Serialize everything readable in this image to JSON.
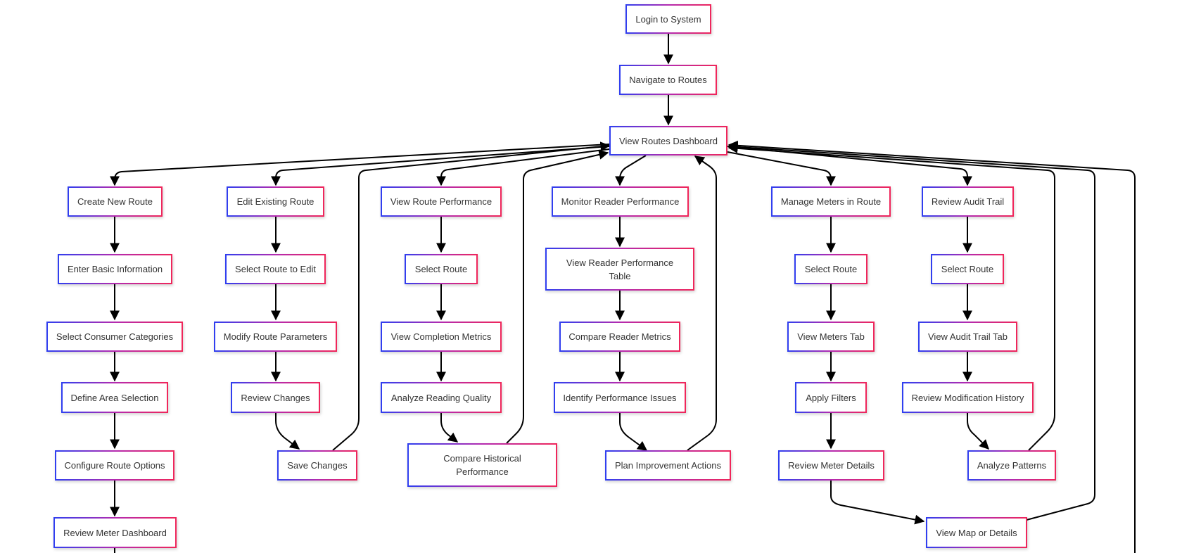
{
  "diagram": {
    "nodes": {
      "login": "Login to System",
      "navigate": "Navigate to Routes",
      "dashboard": "View Routes Dashboard",
      "create": "Create New Route",
      "edit": "Edit Existing Route",
      "perf": "View Route Performance",
      "reader": "Monitor Reader Performance",
      "meters": "Manage Meters in Route",
      "audit": "Review Audit Trail",
      "basic": "Enter Basic Information",
      "select_edit": "Select Route to Edit",
      "select_perf": "Select Route",
      "reader_table": "View Reader Performance Table",
      "select_meters": "Select Route",
      "select_audit": "Select Route",
      "categories": "Select Consumer Categories",
      "modify": "Modify Route Parameters",
      "completion": "View Completion Metrics",
      "compare_reader": "Compare Reader Metrics",
      "meters_tab": "View Meters Tab",
      "audit_tab": "View Audit Trail Tab",
      "area": "Define Area Selection",
      "review_changes": "Review Changes",
      "quality": "Analyze Reading Quality",
      "issues": "Identify Performance Issues",
      "filters": "Apply Filters",
      "mod_history": "Review Modification History",
      "options": "Configure Route Options",
      "save": "Save Changes",
      "historical": "Compare Historical Performance",
      "improvement": "Plan Improvement Actions",
      "meter_details": "Review Meter Details",
      "patterns": "Analyze Patterns",
      "meter_dashboard": "Review Meter Dashboard",
      "map": "View Map or Details"
    }
  }
}
